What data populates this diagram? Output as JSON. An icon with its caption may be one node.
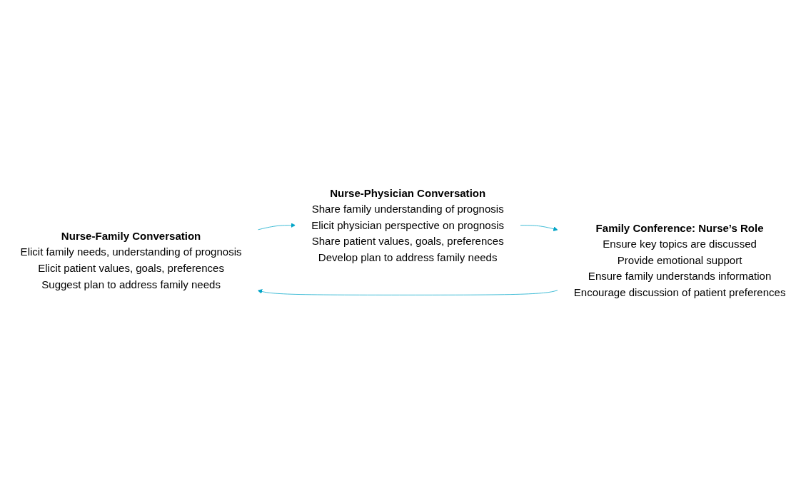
{
  "diagram": {
    "nodes": [
      {
        "text": [
          "Nurse-Family Conversation",
          "Elicit family needs, understanding of prognosis",
          "Elicit patient values, goals, preferences",
          "Suggest plan to address family needs"
        ]
      },
      {
        "text": [
          "Nurse-Physician Conversation",
          "Share family understanding of prognosis",
          "Elicit physician perspective on prognosis",
          "Share patient values, goals, preferences",
          "Develop plan to address family needs"
        ]
      },
      {
        "text": [
          "Family Conference: Nurse’s Role",
          "Ensure key topics are discussed",
          "Provide emotional support",
          "Ensure family understands information",
          "Encourage discussion of patient preferences"
        ]
      }
    ],
    "edges": [
      {
        "from": 0,
        "to": 1,
        "arrow": "to",
        "color": "#00a5c8"
      },
      {
        "from": 1,
        "to": 2,
        "arrow": "to",
        "color": "#00a5c8"
      },
      {
        "from": 2,
        "to": 0,
        "arrow": "to",
        "color": "#00a5c8"
      }
    ]
  }
}
